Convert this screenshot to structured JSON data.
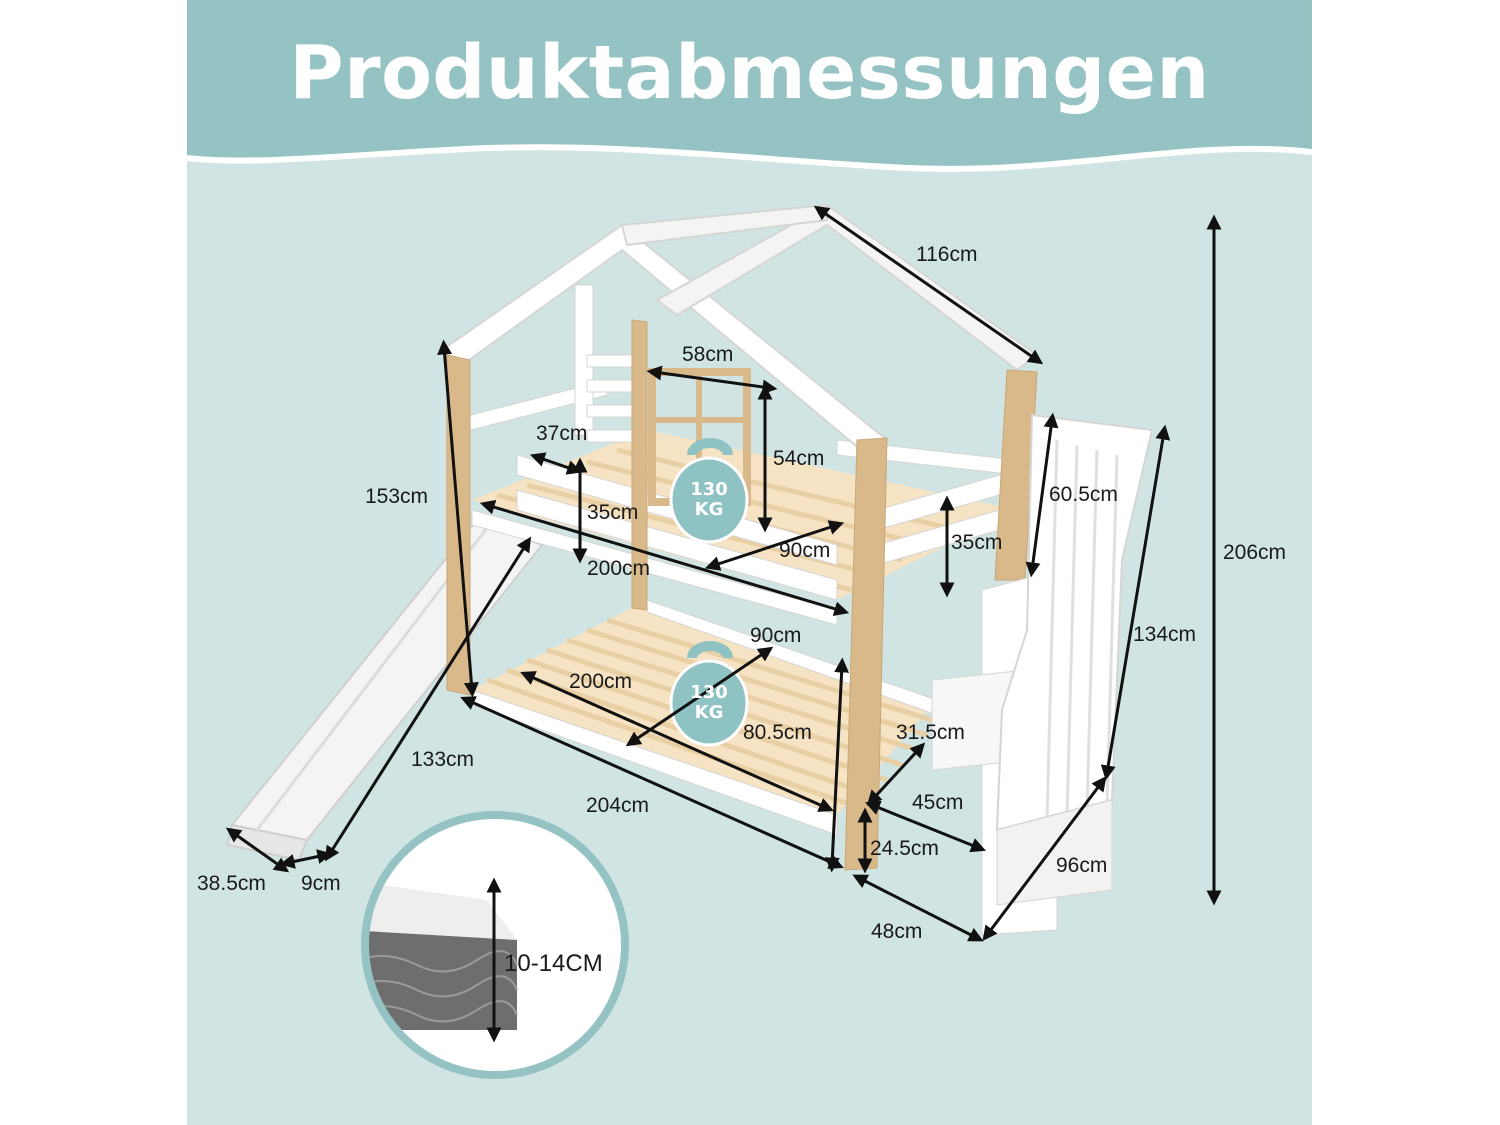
{
  "title": "Produktabmessungen",
  "colors": {
    "header": "#95c3c3",
    "background": "#d1e4e4",
    "wood": "#d9b98a",
    "frame": "#ffffff",
    "badge": "#8fc2c2"
  },
  "dimensions": {
    "roof_width": "116cm",
    "window_width": "58cm",
    "window_height": "54cm",
    "rail_gap_width": "37cm",
    "rail_height_top": "35cm",
    "upper_height": "153cm",
    "upper_width": "90cm",
    "upper_length": "200cm",
    "rail_side_height": "35cm",
    "stair_rail_height": "60.5cm",
    "total_height": "206cm",
    "stair_height": "134cm",
    "lower_width": "90cm",
    "lower_length": "200cm",
    "lower_inner": "80.5cm",
    "step_depth": "31.5cm",
    "step_width": "45cm",
    "step_height": "24.5cm",
    "slide_length": "133cm",
    "bed_length": "204cm",
    "stair_length": "96cm",
    "stair_width": "48cm",
    "slide_width": "38.5cm",
    "slide_rim": "9cm",
    "mattress_height": "10-14CM"
  },
  "badges": {
    "upper": {
      "value": "130",
      "unit": "KG"
    },
    "lower": {
      "value": "130",
      "unit": "KG"
    }
  }
}
